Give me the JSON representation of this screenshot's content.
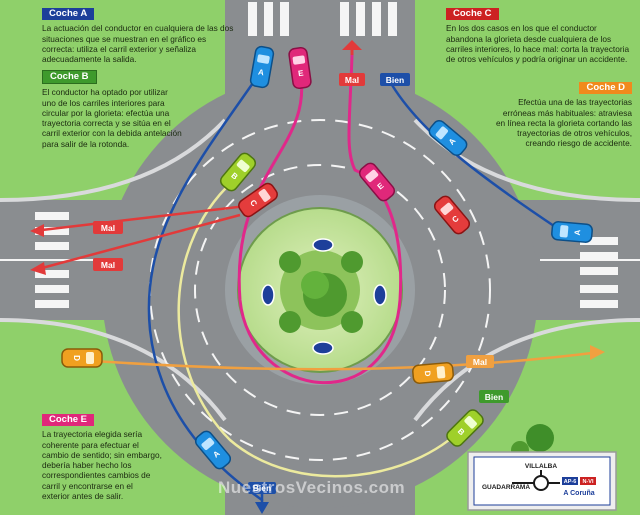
{
  "panels": {
    "coche_a": {
      "tag": "Coche A",
      "text": "La actuación del conductor en cualquiera de las dos situaciones que se muestran en el gráfico es correcta: utiliza el carril exterior y señaliza adecuadamente la salida."
    },
    "coche_b": {
      "tag": "Coche B",
      "text": "El conductor ha optado por utilizar uno de los carriles interiores para circular por la glorieta: efectúa una trayectoria correcta y se sitúa en el carril exterior con la debida antelación para salir de la rotonda."
    },
    "coche_c": {
      "tag": "Coche C",
      "text": "En los dos casos en los que el conductor abandona la glorieta desde cualquiera de los carriles interiores, lo hace mal: corta la trayectoria de otros vehículos y podría originar un accidente."
    },
    "coche_d": {
      "tag": "Coche D",
      "text": "Efectúa una de las trayectorias erróneas más habituales: atraviesa en línea recta la glorieta cortando las trayectorias de otros vehículos, creando riesgo de accidente."
    },
    "coche_e": {
      "tag": "Coche E",
      "text": "La trayectoria elegida sería coherente para efectuar el cambio de sentido; sin embargo, debería haber hecho los correspondientes cambios de carril y encontrarse en el exterior antes de salir."
    }
  },
  "arrow_labels": {
    "mal": "Mal",
    "bien": "Bien"
  },
  "car_letters": {
    "a": "A",
    "b": "B",
    "c": "C",
    "d": "D",
    "e": "E"
  },
  "road_sign": {
    "top": "VILLALBA",
    "left": "GUADARRAMA",
    "route1": "AP-6",
    "route2": "N-VI",
    "right": "A Coruña"
  },
  "watermark": "NuestrosVecinos.com",
  "colors": {
    "grass": "#8fd06a",
    "road": "#8a8d90",
    "mal_arrow": "#e23a3a",
    "bien_arrow": "#1d4fa8",
    "coche_a": "#1f8fe0",
    "coche_b": "#9fd02a",
    "coche_c": "#e43c3c",
    "coche_d": "#f0a020",
    "coche_e": "#e0287a",
    "path_e": "#e0288a",
    "path_b": "#e8e59a",
    "path_d": "#f0a040"
  }
}
